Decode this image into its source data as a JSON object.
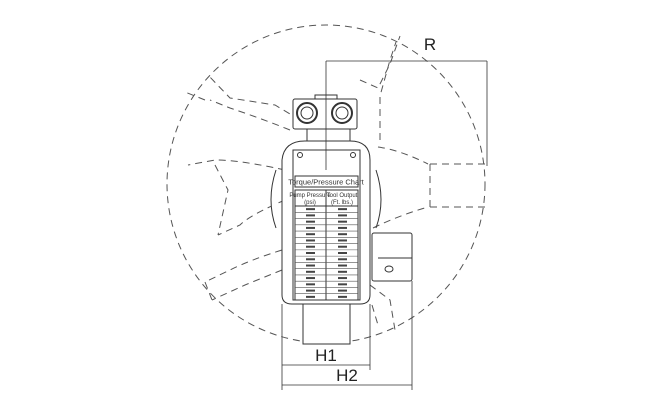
{
  "dimensions": {
    "radius_label": "R",
    "h1_label": "H1",
    "h2_label": "H2"
  },
  "chart_plate": {
    "title": "Torque/Pressure Chart",
    "col1_line1": "Pump Pressure",
    "col1_line2": "(psi)",
    "col2_line1": "Tool Output",
    "col2_line2": "(Ft. lbs.)",
    "row_count": 15
  }
}
